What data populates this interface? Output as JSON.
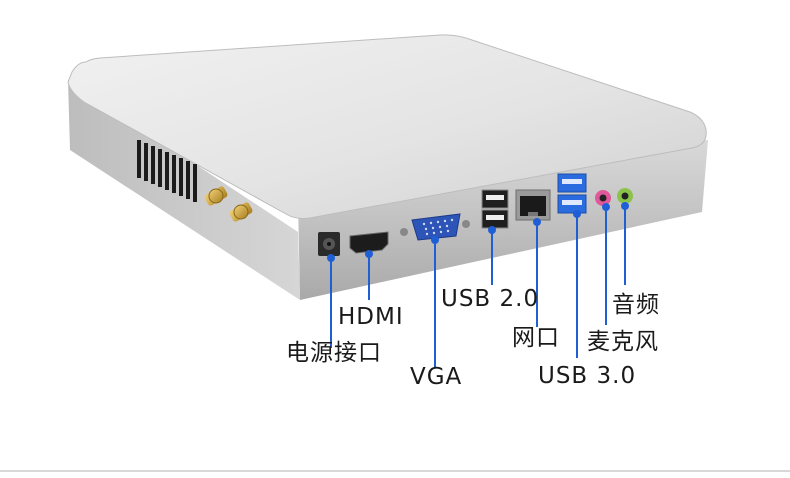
{
  "labels": {
    "hdmi": "HDMI",
    "power": "电源接口",
    "vga": "VGA",
    "usb2": "USB 2.0",
    "lan": "网口",
    "usb3": "USB 3.0",
    "mic": "麦克风",
    "audio": "音频"
  },
  "colors": {
    "leader_line": "#1f5fd6",
    "text": "#1a1a1a",
    "usb3_blue": "#2a6be0",
    "mic_pink": "#e0589a",
    "audio_green": "#8bc34a"
  }
}
